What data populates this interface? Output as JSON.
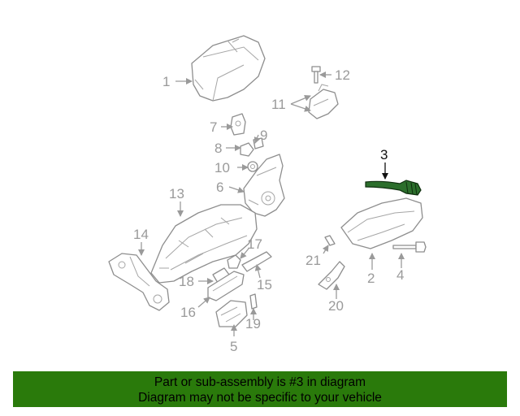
{
  "callouts": {
    "c1": "1",
    "c2": "2",
    "c3": "3",
    "c4": "4",
    "c5": "5",
    "c6": "6",
    "c7": "7",
    "c8": "8",
    "c9": "9",
    "c10": "10",
    "c11": "11",
    "c12": "12",
    "c13": "13",
    "c14": "14",
    "c15": "15",
    "c16": "16",
    "c17": "17",
    "c18": "18",
    "c19": "19",
    "c20": "20",
    "c21": "21"
  },
  "highlight": {
    "part": "3",
    "color": "#2c6e2c"
  },
  "banner": {
    "line1": "Part or sub-assembly is #3 in diagram",
    "line2": "Diagram may not be specific to your vehicle",
    "background": "#2a7a0b"
  }
}
